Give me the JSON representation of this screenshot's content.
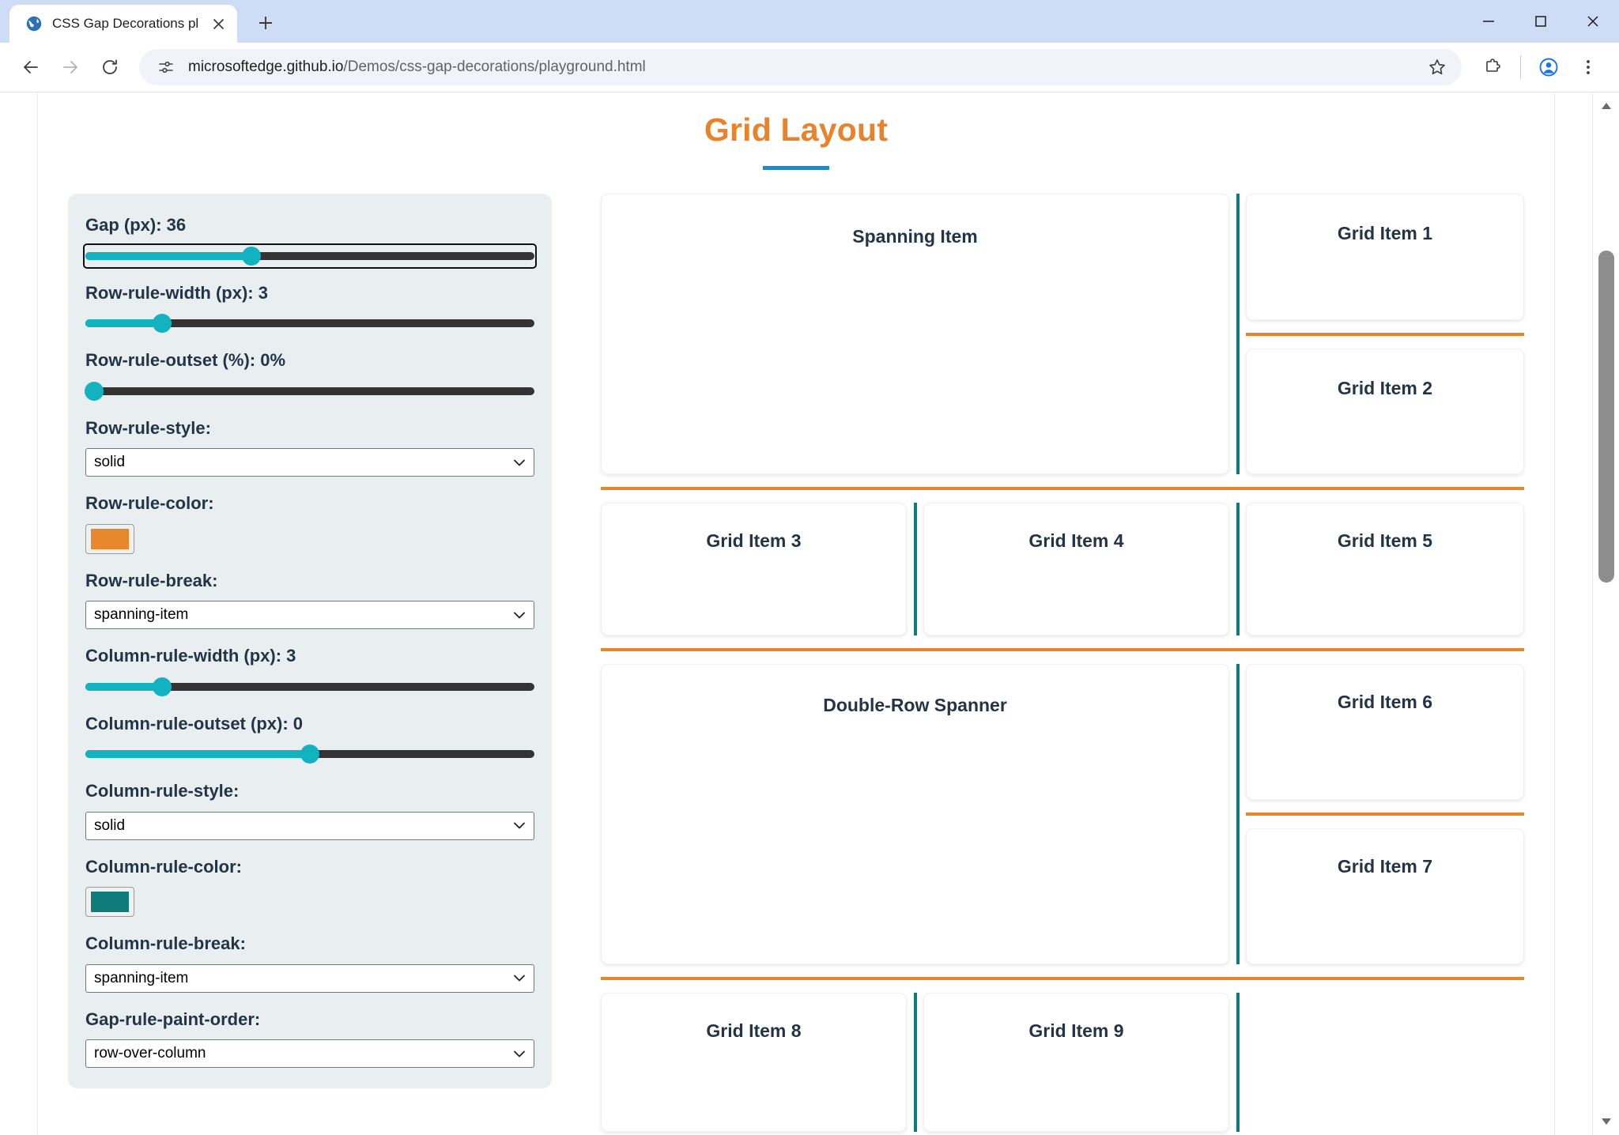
{
  "browser": {
    "tab": {
      "title": "CSS Gap Decorations playground",
      "favicon_icon": "globe-icon",
      "close_icon": "close-icon"
    },
    "new_tab_label": "+",
    "window_controls": {
      "minimize_icon": "minimize-icon",
      "maximize_icon": "maximize-icon",
      "close_icon": "window-close-icon"
    },
    "nav": {
      "back_icon": "back-arrow-icon",
      "forward_icon": "forward-arrow-icon",
      "reload_icon": "reload-icon"
    },
    "omnibox": {
      "site_info_icon": "site-settings-icon",
      "url_host": "microsoftedge.github.io",
      "url_path": "/Demos/css-gap-decorations/playground.html",
      "url_full": "microsoftedge.github.io/Demos/css-gap-decorations/playground.html",
      "bookmark_icon": "star-icon"
    },
    "actions": {
      "extensions_icon": "extensions-puzzle-icon",
      "profile_icon": "profile-avatar-icon",
      "menu_icon": "three-dot-menu-icon"
    }
  },
  "page": {
    "title": "Grid Layout",
    "title_color": "#e8822b",
    "underline_color": "#2e86c1"
  },
  "controls": [
    {
      "id": "gap",
      "label": "Gap (px): 36",
      "type": "range",
      "value": 36,
      "percent": 37,
      "focused": true
    },
    {
      "id": "row-rule-width",
      "label": "Row-rule-width (px): 3",
      "type": "range",
      "value": 3,
      "percent": 17,
      "focused": false
    },
    {
      "id": "row-rule-outset",
      "label": "Row-rule-outset (%): 0%",
      "type": "range",
      "value": 0,
      "percent": 2,
      "focused": false
    },
    {
      "id": "row-rule-style",
      "label": "Row-rule-style:",
      "type": "select",
      "value": "solid"
    },
    {
      "id": "row-rule-color",
      "label": "Row-rule-color:",
      "type": "color",
      "value": "#e8872b"
    },
    {
      "id": "row-rule-break",
      "label": "Row-rule-break:",
      "type": "select",
      "value": "spanning-item"
    },
    {
      "id": "column-rule-width",
      "label": "Column-rule-width (px): 3",
      "type": "range",
      "value": 3,
      "percent": 17,
      "focused": false
    },
    {
      "id": "column-rule-outset",
      "label": "Column-rule-outset (px): 0",
      "type": "range",
      "value": 0,
      "percent": 50,
      "focused": false
    },
    {
      "id": "column-rule-style",
      "label": "Column-rule-style:",
      "type": "select",
      "value": "solid"
    },
    {
      "id": "column-rule-color",
      "label": "Column-rule-color:",
      "type": "color",
      "value": "#0f7b7b"
    },
    {
      "id": "column-rule-break",
      "label": "Column-rule-break:",
      "type": "select",
      "value": "spanning-item"
    },
    {
      "id": "gap-rule-paint-order",
      "label": "Gap-rule-paint-order:",
      "type": "select",
      "value": "row-over-column"
    }
  ],
  "grid": {
    "row_rule_color": "#e8822b",
    "column_rule_color": "#0f7b7b",
    "items": {
      "spanning": "Spanning Item",
      "item1": "Grid Item 1",
      "item2": "Grid Item 2",
      "item3": "Grid Item 3",
      "item4": "Grid Item 4",
      "item5": "Grid Item 5",
      "double_spanner": "Double-Row Spanner",
      "item6": "Grid Item 6",
      "item7": "Grid Item 7",
      "item8": "Grid Item 8",
      "item9": "Grid Item 9"
    }
  }
}
